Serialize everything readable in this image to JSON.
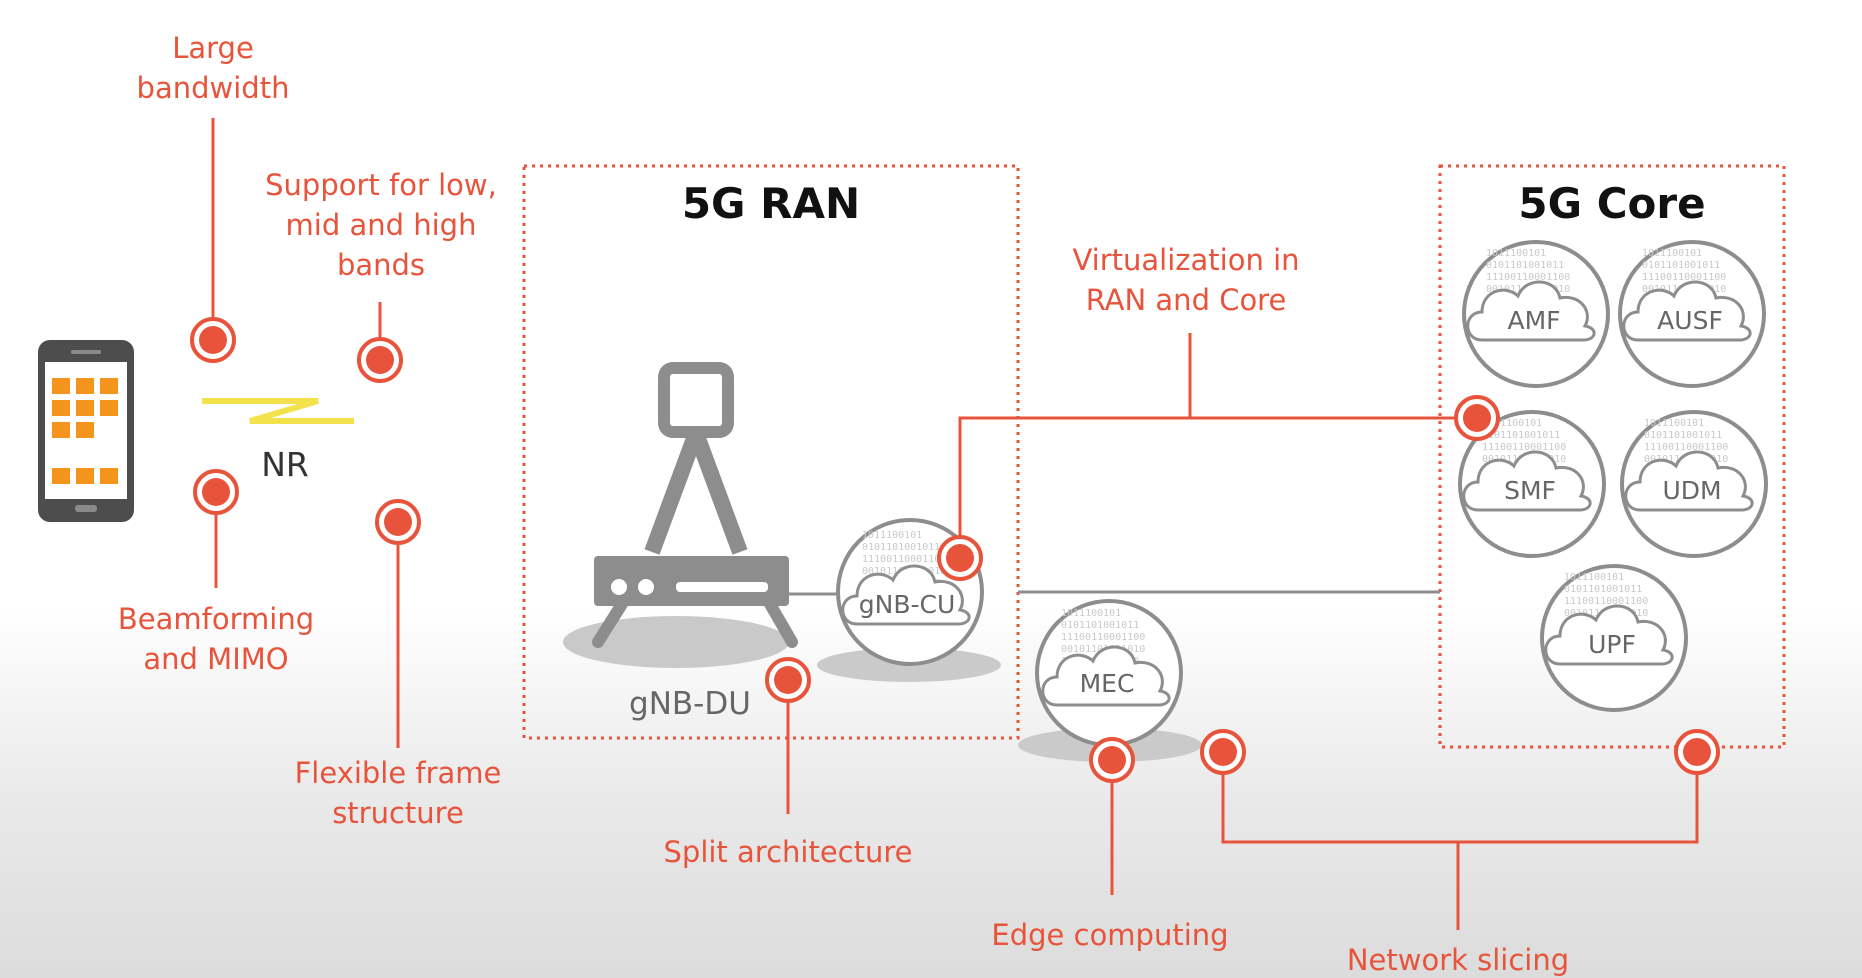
{
  "title_ran": "5G RAN",
  "title_core": "5G Core",
  "labels": {
    "large_bandwidth": [
      "Large",
      "bandwidth"
    ],
    "bands": [
      "Support for low,",
      "mid and high",
      "bands"
    ],
    "nr": "NR",
    "beamforming": [
      "Beamforming",
      "and MIMO"
    ],
    "flexible_frame": [
      "Flexible frame",
      "structure"
    ],
    "virtualization": [
      "Virtualization in",
      "RAN and Core"
    ],
    "gnb_du": "gNB-DU",
    "split_architecture": "Split architecture",
    "edge_computing": "Edge computing",
    "network_slicing": "Network slicing"
  },
  "nodes": {
    "gnb_cu": "gNB-CU",
    "mec": "MEC",
    "amf": "AMF",
    "ausf": "AUSF",
    "smf": "SMF",
    "udm": "UDM",
    "upf": "UPF"
  },
  "colors": {
    "accent": "#e8543b",
    "title": "#111111",
    "node_gray": "#8a8a8a",
    "phone_orange": "#f5941d",
    "radio_yellow": "#f4e24d"
  },
  "icons": [
    "smartphone-icon",
    "radio-signal-icon",
    "cell-tower-icon",
    "cloud-icon"
  ]
}
